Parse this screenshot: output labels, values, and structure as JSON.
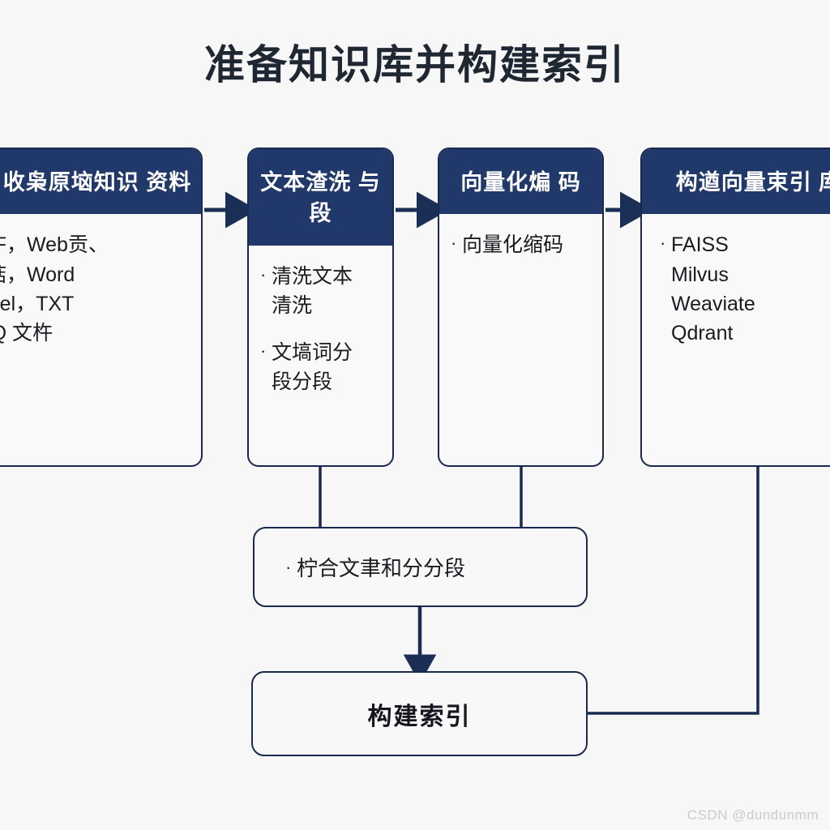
{
  "page": {
    "title": "准备知识库并构建索引",
    "background_color": "#f7f7f7",
    "accent_color": "#20396a",
    "line_color": "#19294f",
    "watermark": "CSDN @dundunmm"
  },
  "stages": [
    {
      "id": "collect",
      "header": "收枭原垴知识\n资料",
      "bullets": [],
      "plain": "PDF，Web贡、\n敩掂，Word\nExcel，TXT\nFAQ 文杵"
    },
    {
      "id": "clean",
      "header": "文本渣洗\n与段",
      "bullets": [
        "清洗文本\n清洗",
        "文塙词分\n段分段"
      ],
      "plain": ""
    },
    {
      "id": "vector",
      "header": "向量化煸\n码",
      "bullets": [
        "向量化缩码"
      ],
      "plain": ""
    },
    {
      "id": "store",
      "header": "构遒向量束引\n库",
      "bullets": [
        "FAISS\nMilvus\nWeaviate\nQdrant"
      ],
      "plain": ""
    }
  ],
  "chunk_box": {
    "bullet": "·",
    "text": "柠合文聿和分分段"
  },
  "index_box": {
    "label": "构建索引"
  },
  "bullet_glyph": "·"
}
